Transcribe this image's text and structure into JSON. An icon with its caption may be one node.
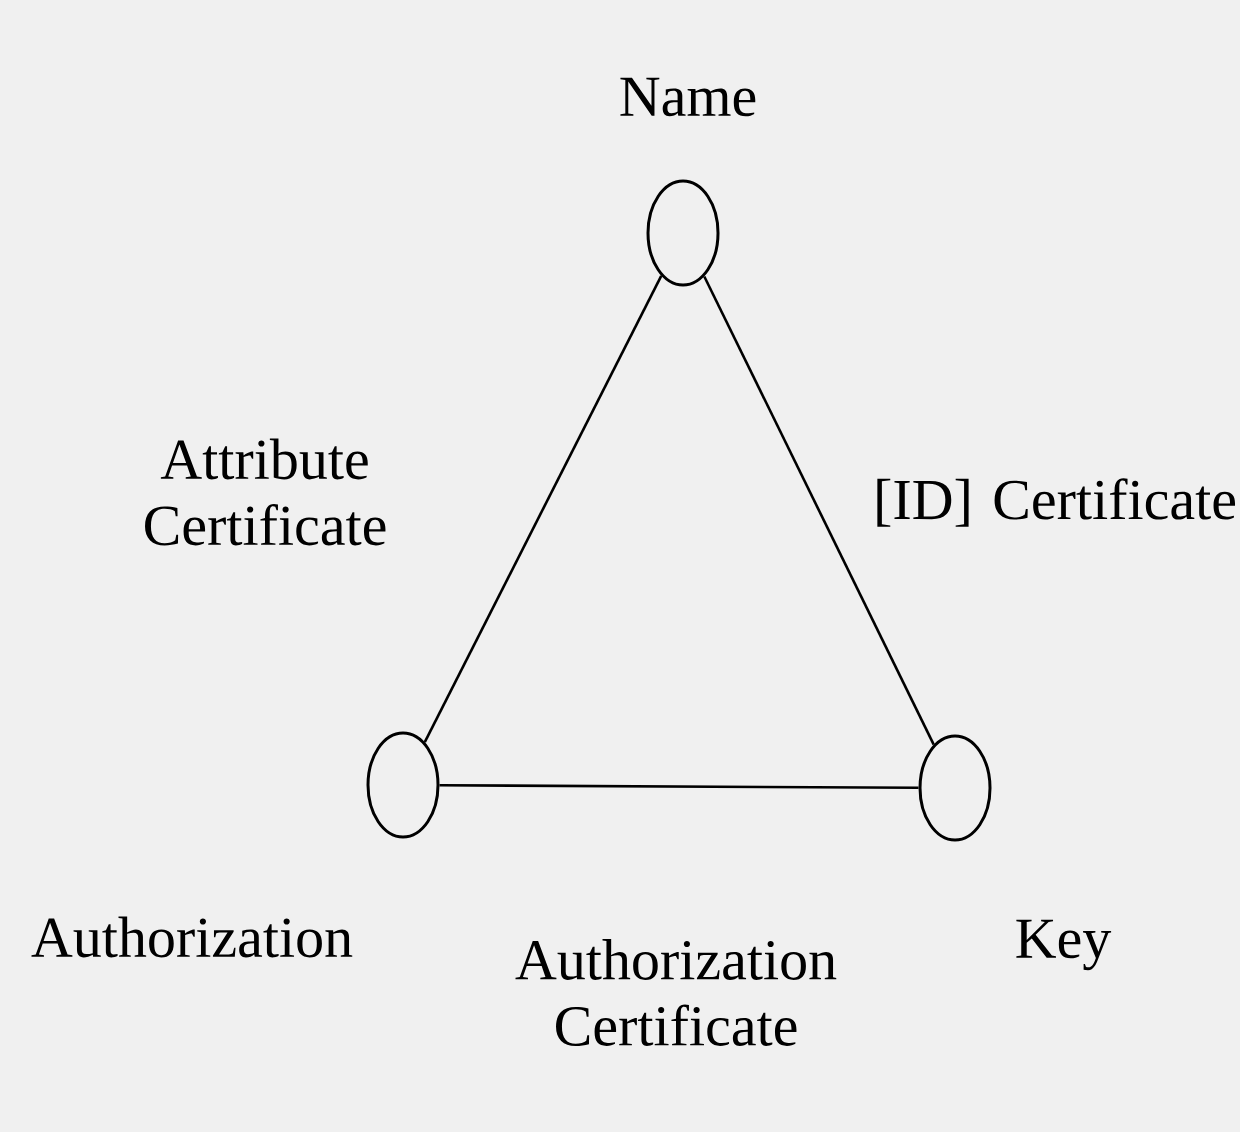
{
  "diagram": {
    "nodes": [
      {
        "text": [
          "Name"
        ]
      },
      {
        "text": [
          "Authorization"
        ]
      },
      {
        "text": [
          "Key"
        ]
      }
    ],
    "edges": [
      {
        "from": 0,
        "to": 1,
        "arrow": "none",
        "label": "Attribute Certificate"
      },
      {
        "from": 0,
        "to": 2,
        "arrow": "none",
        "label": "[ID] Certificate"
      },
      {
        "from": 1,
        "to": 2,
        "arrow": "none",
        "label": "Authorization Certificate"
      }
    ]
  }
}
